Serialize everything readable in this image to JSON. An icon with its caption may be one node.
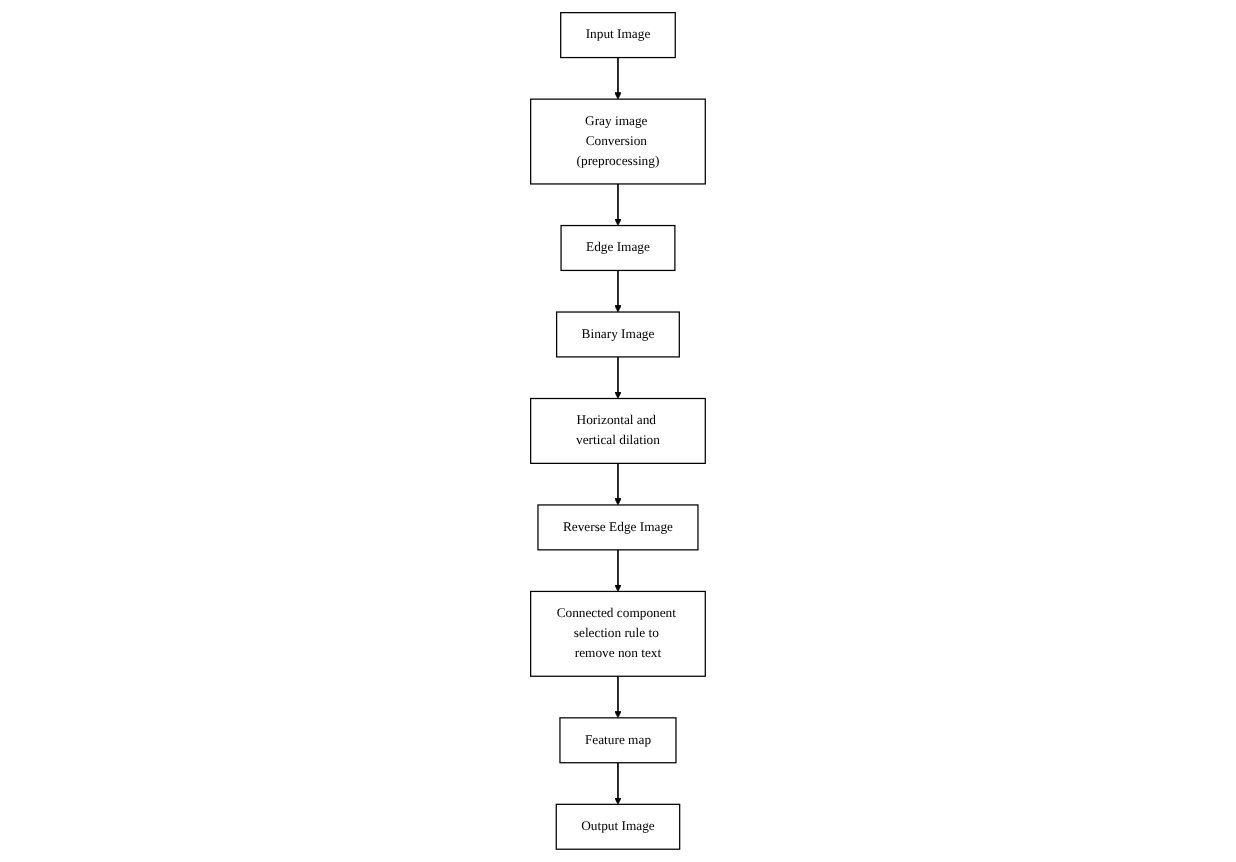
{
  "diagram": {
    "nodes": [
      {
        "text": [
          "Input Image"
        ]
      },
      {
        "text": [
          "Gray image Conversion (preprocessing)"
        ]
      },
      {
        "text": [
          "Edge Image"
        ]
      },
      {
        "text": [
          "Binary Image"
        ]
      },
      {
        "text": [
          "Horizontal and vertical dilation"
        ]
      },
      {
        "text": [
          "Reverse Edge Image"
        ]
      },
      {
        "text": [
          "Connected component selection rule to remove non text"
        ]
      },
      {
        "text": [
          "Feature map"
        ]
      },
      {
        "text": [
          "Output Image"
        ]
      }
    ],
    "edges": [
      {
        "from": 0,
        "to": 1,
        "arrow": "to"
      },
      {
        "from": 1,
        "to": 2,
        "arrow": "to"
      },
      {
        "from": 2,
        "to": 3,
        "arrow": "to"
      },
      {
        "from": 3,
        "to": 4,
        "arrow": "to"
      },
      {
        "from": 4,
        "to": 5,
        "arrow": "to"
      },
      {
        "from": 5,
        "to": 6,
        "arrow": "to"
      },
      {
        "from": 6,
        "to": 7,
        "arrow": "to"
      },
      {
        "from": 7,
        "to": 8,
        "arrow": "to"
      }
    ]
  }
}
